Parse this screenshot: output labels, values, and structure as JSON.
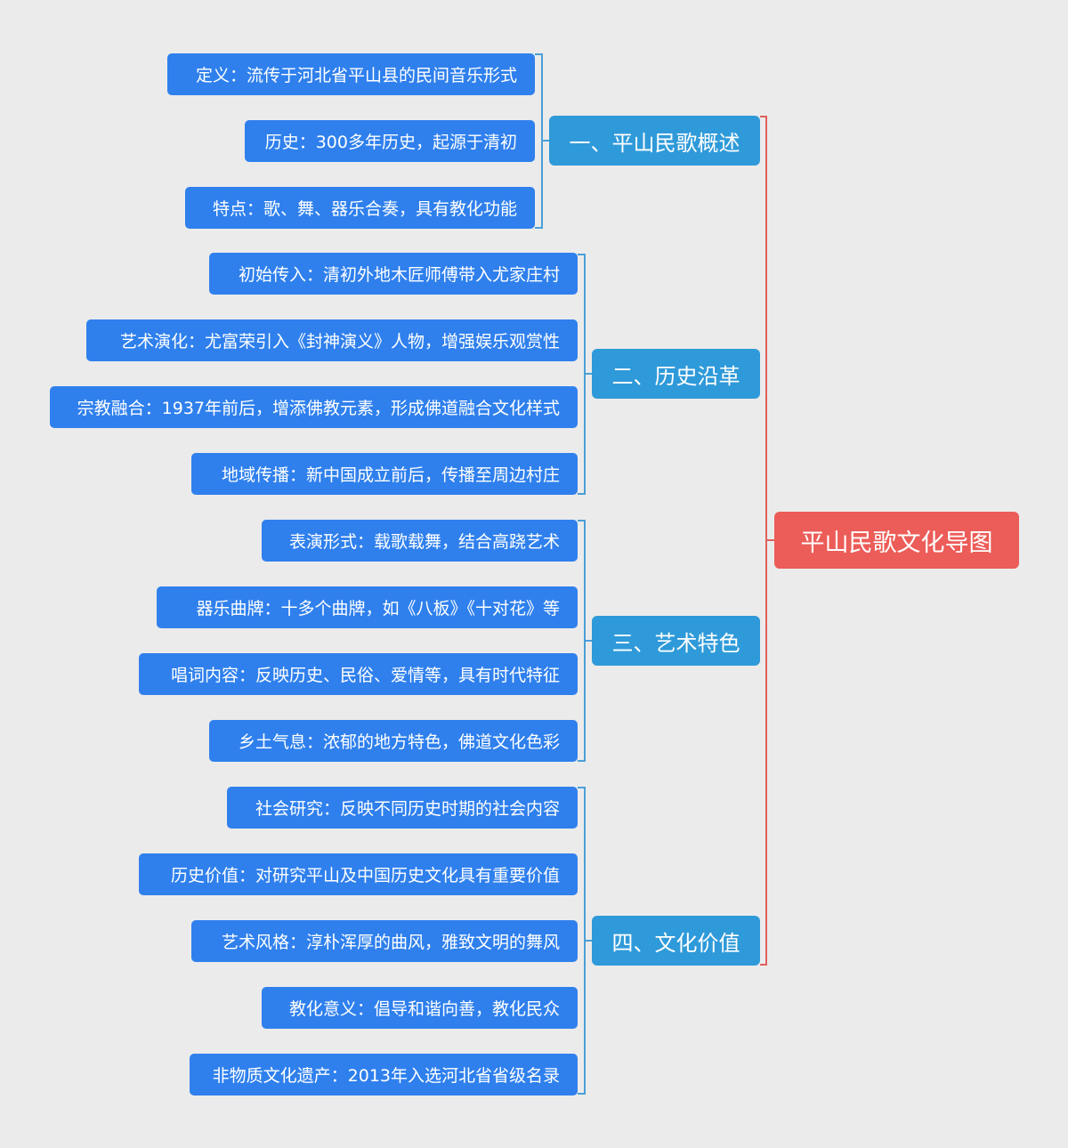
{
  "root": {
    "label": "平山民歌文化导图",
    "color": "#ec5c58"
  },
  "branches": [
    {
      "label": "一、平山民歌概述",
      "children": [
        "定义：流传于河北省平山县的民间音乐形式",
        "历史：300多年历史，起源于清初",
        "特点：歌、舞、器乐合奏，具有教化功能"
      ]
    },
    {
      "label": "二、历史沿革",
      "children": [
        "初始传入：清初外地木匠师傅带入尤家庄村",
        "艺术演化：尤富荣引入《封神演义》人物，增强娱乐观赏性",
        "宗教融合：1937年前后，增添佛教元素，形成佛道融合文化样式",
        "地域传播：新中国成立前后，传播至周边村庄"
      ]
    },
    {
      "label": "三、艺术特色",
      "children": [
        "表演形式：载歌载舞，结合高跷艺术",
        "器乐曲牌：十多个曲牌，如《八板》《十对花》等",
        "唱词内容：反映历史、民俗、爱情等，具有时代特征",
        "乡土气息：浓郁的地方特色，佛道文化色彩"
      ]
    },
    {
      "label": "四、文化价值",
      "children": [
        "社会研究：反映不同历史时期的社会内容",
        "历史价值：对研究平山及中国历史文化具有重要价值",
        "艺术风格：淳朴浑厚的曲风，雅致文明的舞风",
        "教化意义：倡导和谐向善，教化民众",
        "非物质文化遗产：2013年入选河北省省级名录"
      ]
    }
  ],
  "colors": {
    "leaf": "#2f80ed",
    "branch": "#2f9ad9",
    "root": "#ec5c58",
    "background": "#ebebeb"
  }
}
